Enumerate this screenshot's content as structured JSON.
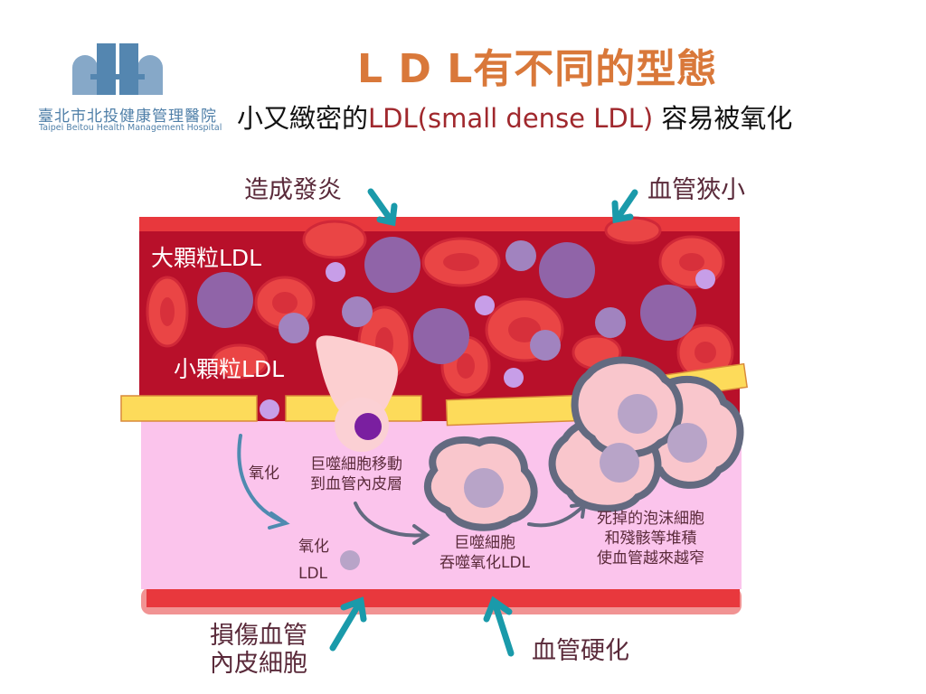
{
  "logo": {
    "name_cn": "臺北市北投健康管理醫院",
    "name_en": "Taipei Beitou Health Management Hospital"
  },
  "header": {
    "title": "L D L有不同的型態",
    "subtitle_pre": "小又緻密的",
    "subtitle_highlight": "LDL(small dense LDL)",
    "subtitle_post": " 容易被氧化"
  },
  "labels": {
    "inflammation": "造成發炎",
    "narrowing": "血管狹小",
    "large_ldl": "大顆粒LDL",
    "small_ldl": "小顆粒LDL",
    "oxidation": "氧化",
    "oxidized_ldl_1": "氧化",
    "oxidized_ldl_2": "LDL",
    "macrophage_move_1": "巨噬細胞移動",
    "macrophage_move_2": "到血管內皮層",
    "macrophage_eat_1": "巨噬細胞",
    "macrophage_eat_2": "吞噬氧化LDL",
    "foam_1": "死掉的泡沫細胞",
    "foam_2": "和殘骸等堆積",
    "foam_3": "使血管越來越窄",
    "damage_1": "損傷血管",
    "damage_2": "內皮細胞",
    "hardening": "血管硬化"
  },
  "colors": {
    "title": "#d9783a",
    "highlight": "#a0282d",
    "arrow": "#1a9aaa",
    "lumen": "#b8102a",
    "intima": "#fbc4ec",
    "ldl": "#9064a8"
  }
}
